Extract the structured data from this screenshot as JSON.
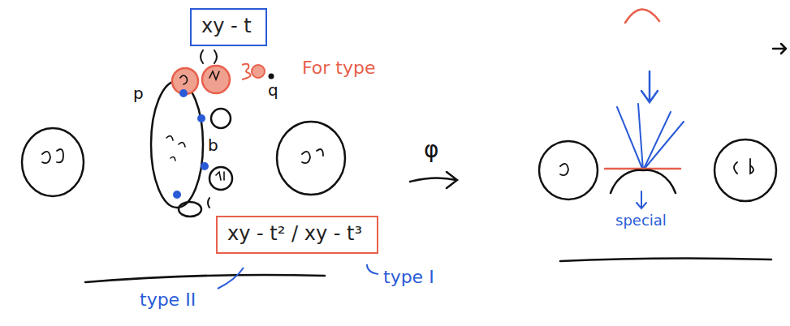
{
  "diagram": {
    "nodes": [
      {
        "text": [
          "xy - t"
        ]
      },
      {
        "text": [
          "xy - t² / xy - t³"
        ]
      }
    ],
    "labels": [
      "For type",
      "p",
      "q",
      "b",
      "φ",
      "special",
      "type II",
      "type I"
    ]
  }
}
